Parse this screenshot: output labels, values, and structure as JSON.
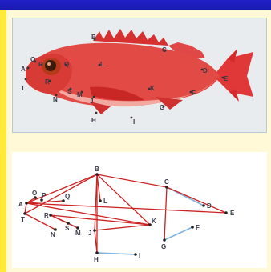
{
  "landmarks": [
    {
      "id": "A",
      "label": "A"
    },
    {
      "id": "B",
      "label": "B"
    },
    {
      "id": "C",
      "label": "C"
    },
    {
      "id": "D",
      "label": "D"
    },
    {
      "id": "E",
      "label": "E"
    },
    {
      "id": "F",
      "label": "F"
    },
    {
      "id": "G",
      "label": "G"
    },
    {
      "id": "H",
      "label": "H"
    },
    {
      "id": "I",
      "label": "I"
    },
    {
      "id": "J",
      "label": "J"
    },
    {
      "id": "K",
      "label": "K"
    },
    {
      "id": "L",
      "label": "L"
    },
    {
      "id": "M",
      "label": "M"
    },
    {
      "id": "N",
      "label": "N"
    },
    {
      "id": "O",
      "label": "O"
    },
    {
      "id": "P",
      "label": "P"
    },
    {
      "id": "Q",
      "label": "Q"
    },
    {
      "id": "R",
      "label": "R"
    },
    {
      "id": "S",
      "label": "S"
    },
    {
      "id": "T",
      "label": "T"
    }
  ],
  "edges": {
    "red": [
      [
        "A",
        "B"
      ],
      [
        "A",
        "E"
      ],
      [
        "A",
        "K"
      ],
      [
        "A",
        "Q"
      ],
      [
        "A",
        "T"
      ],
      [
        "A",
        "O"
      ],
      [
        "B",
        "C"
      ],
      [
        "B",
        "L"
      ],
      [
        "B",
        "J"
      ],
      [
        "B",
        "K"
      ],
      [
        "C",
        "E"
      ],
      [
        "C",
        "G"
      ],
      [
        "H",
        "B"
      ],
      [
        "H",
        "J"
      ],
      [
        "J",
        "K"
      ],
      [
        "R",
        "K"
      ],
      [
        "R",
        "M"
      ],
      [
        "R",
        "S"
      ],
      [
        "T",
        "N"
      ],
      [
        "T",
        "B"
      ]
    ],
    "blue": [
      [
        "C",
        "D"
      ],
      [
        "G",
        "F"
      ],
      [
        "H",
        "I"
      ],
      [
        "R",
        "S"
      ],
      [
        "S",
        "M"
      ]
    ]
  },
  "colors": {
    "red_edge": "#cc2222",
    "blue_edge": "#7fb2dc",
    "point": "#222222"
  }
}
